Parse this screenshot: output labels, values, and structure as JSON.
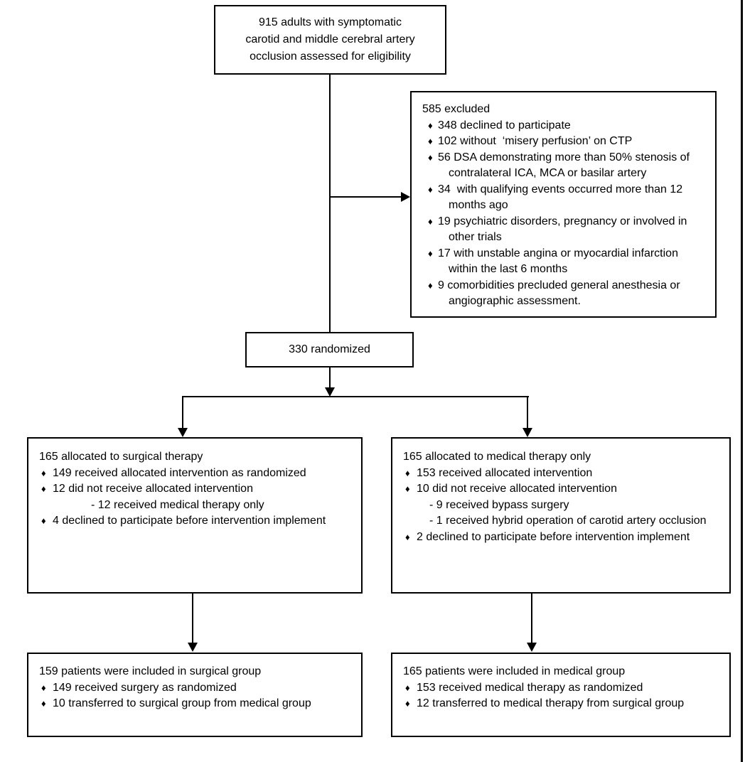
{
  "glyphs": {
    "bullet": "♦"
  },
  "flow": {
    "eligibility": {
      "lines": [
        "915 adults with symptomatic",
        "carotid and middle cerebral artery",
        "occlusion assessed for eligibility"
      ]
    },
    "excluded": {
      "title": "585 excluded",
      "items": [
        {
          "text": "348 declined to participate"
        },
        {
          "text": "102 without  ‘misery perfusion’ on CTP"
        },
        {
          "text": "56 DSA demonstrating more than 50% stenosis of\ncontralateral ICA, MCA or basilar artery"
        },
        {
          "text": "34  with qualifying events occurred more than 12\nmonths ago"
        },
        {
          "text": "19 psychiatric disorders, pregnancy or involved in\nother trials"
        },
        {
          "text": "17 with unstable angina or myocardial infarction\nwithin the last 6 months"
        },
        {
          "text": "9 comorbidities precluded general anesthesia or\nangiographic assessment."
        }
      ]
    },
    "randomized": {
      "label": "330 randomized"
    },
    "surgical_allocation": {
      "title": "165 allocated to surgical therapy",
      "items": [
        {
          "type": "bullet",
          "text": "149 received allocated intervention as randomized"
        },
        {
          "type": "bullet",
          "text": "12 did not receive allocated intervention"
        },
        {
          "type": "sub",
          "text": "- 12 received medical therapy only"
        },
        {
          "type": "bullet",
          "text": "4 declined to participate before intervention implement"
        }
      ]
    },
    "medical_allocation": {
      "title": "165 allocated to medical therapy only",
      "items": [
        {
          "type": "bullet",
          "text": "153 received allocated intervention"
        },
        {
          "type": "bullet",
          "text": "10 did not receive allocated intervention"
        },
        {
          "type": "sub",
          "text": "- 9 received bypass surgery"
        },
        {
          "type": "sub",
          "text": "- 1 received hybrid operation of carotid artery occlusion"
        },
        {
          "type": "bullet",
          "text": "2 declined to participate before intervention implement"
        }
      ]
    },
    "surgical_group": {
      "title": "159 patients were included in surgical group",
      "items": [
        {
          "text": "149 received surgery as randomized"
        },
        {
          "text": "10 transferred to surgical group from medical group"
        }
      ]
    },
    "medical_group": {
      "title": "165 patients were included in medical group",
      "items": [
        {
          "text": "153 received medical therapy as randomized"
        },
        {
          "text": "12 transferred to medical therapy from surgical group"
        }
      ]
    }
  }
}
